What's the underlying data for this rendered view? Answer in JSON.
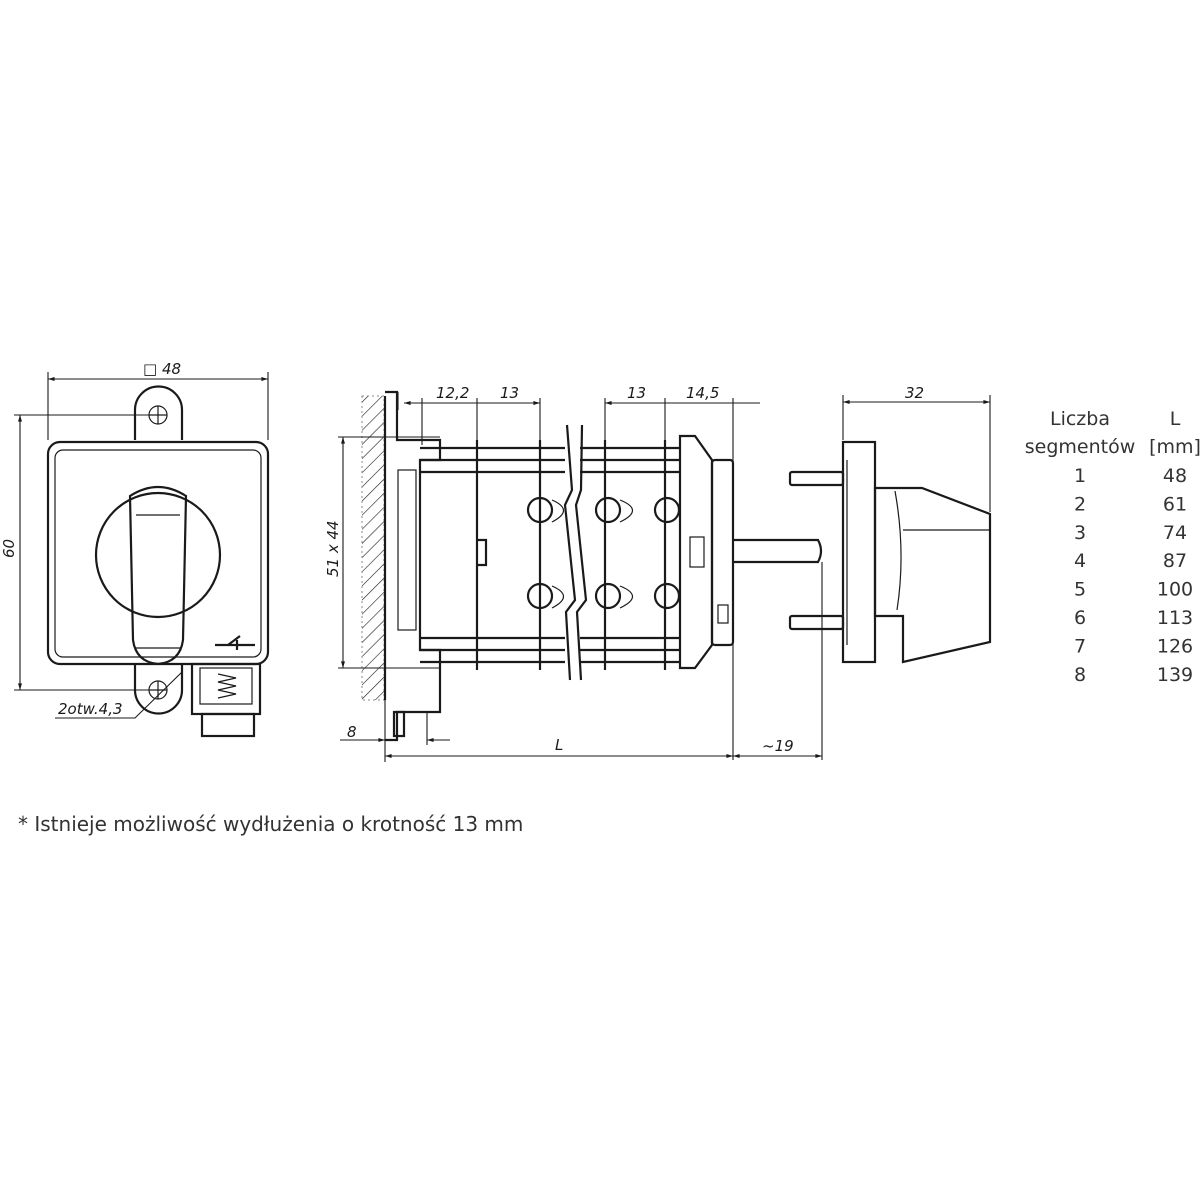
{
  "front_view": {
    "width_dim": "□ 48",
    "height_dim": "60",
    "holes_label": "2otw.4,3"
  },
  "side_view": {
    "dim_12_2": "12,2",
    "dim_13_a": "13",
    "dim_13_b": "13",
    "dim_14_5": "14,5",
    "dim_cutout": "51 x 44",
    "dim_8": "8",
    "dim_L": "L",
    "dim_19": "~19"
  },
  "handle_view": {
    "dim_32": "32"
  },
  "table": {
    "header_col1_line1": "Liczba",
    "header_col1_line2": "segmentów",
    "header_col2_line1": "L",
    "header_col2_line2": "[mm]",
    "rows": [
      {
        "segments": "1",
        "L": "48"
      },
      {
        "segments": "2",
        "L": "61"
      },
      {
        "segments": "3",
        "L": "74"
      },
      {
        "segments": "4",
        "L": "87"
      },
      {
        "segments": "5",
        "L": "100"
      },
      {
        "segments": "6",
        "L": "113"
      },
      {
        "segments": "7",
        "L": "126"
      },
      {
        "segments": "8",
        "L": "139"
      }
    ]
  },
  "footnote": "* Istnieje możliwość wydłużenia o krotność 13 mm"
}
